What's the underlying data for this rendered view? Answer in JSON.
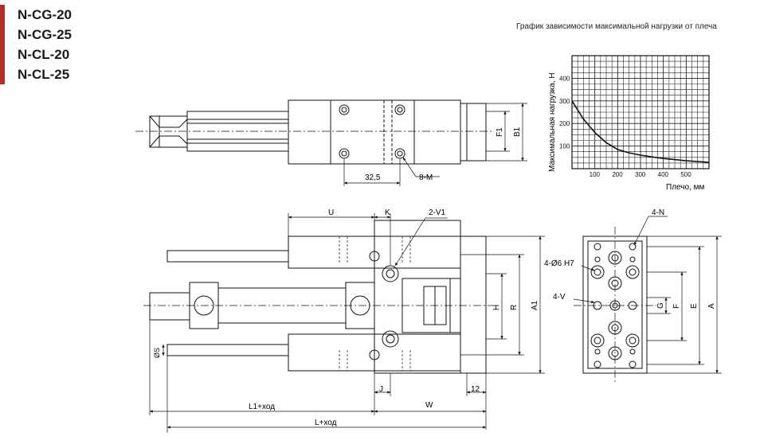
{
  "models": [
    "N-CG-20",
    "N-CG-25",
    "N-CL-20",
    "N-CL-25"
  ],
  "graph": {
    "title": "График зависимости максимальной нагрузки от плеча",
    "ylabel": "Максимальная нагрузка, Н",
    "xlabel": "Плечо, мм",
    "x_ticks": [
      "100",
      "200",
      "300",
      "400",
      "500"
    ],
    "y_ticks": [
      "100",
      "200",
      "300",
      "400"
    ]
  },
  "chart_data": {
    "type": "line",
    "title": "График зависимости максимальной нагрузки от плеча",
    "xlabel": "Плечо, мм",
    "ylabel": "Максимальная нагрузка, Н",
    "xlim": [
      0,
      600
    ],
    "ylim": [
      0,
      500
    ],
    "grid": true,
    "series": [
      {
        "x": [
          0,
          50,
          100,
          150,
          200,
          250,
          300,
          350,
          400,
          450,
          500,
          600
        ],
        "y": [
          300,
          220,
          160,
          115,
          85,
          70,
          60,
          52,
          45,
          40,
          35,
          28
        ]
      }
    ]
  },
  "dims": {
    "d32_5": "32,5",
    "m8": "8-M",
    "f1": "F1",
    "b1": "B1",
    "u": "U",
    "k": "K",
    "v1": "2-V1",
    "h": "H",
    "r": "R",
    "a1": "A1",
    "os": "ØS",
    "j": "J",
    "d12": "12",
    "w": "W",
    "l1": "L1+ход",
    "l": "L+ход",
    "n4": "4-N",
    "hole": "4-Ø6 H7",
    "v4": "4-V",
    "g": "G",
    "f": "F",
    "e": "E",
    "a": "A"
  },
  "colors": {
    "accent": "#b5302a",
    "line": "#111111",
    "grid": "#222222"
  }
}
